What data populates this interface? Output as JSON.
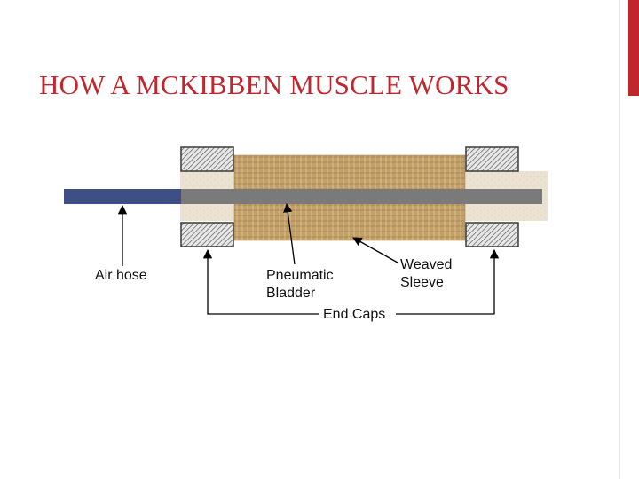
{
  "slide": {
    "title": "HOW A MCKIBBEN MUSCLE WORKS"
  },
  "colors": {
    "accent": "#c0272d",
    "title": "#c0272d",
    "air_hose": "#3d4f85",
    "rod": "#7a7a7a",
    "bladder": "#ebe2d1",
    "sleeve": "#c4a26a",
    "end_cap": "#b8b8b8",
    "leader_line": "#000000"
  },
  "labels": {
    "air_hose": "Air hose",
    "bladder_line1": "Pneumatic",
    "bladder_line2": "Bladder",
    "sleeve_line1": "Weaved",
    "sleeve_line2": "Sleeve",
    "end_caps": "End Caps"
  },
  "icons": {
    "end_cap": "hatched-block-icon",
    "arrow": "arrowhead-icon"
  }
}
